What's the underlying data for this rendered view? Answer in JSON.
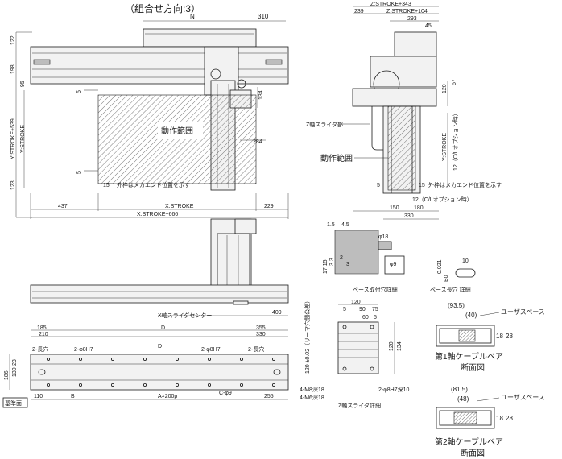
{
  "title": "（組合せ方向:3）",
  "top_view": {
    "N": "N",
    "d310": "310",
    "d122": "122",
    "d198": "198",
    "d95": "95",
    "d5a": "5",
    "d134": "134",
    "work_area": "動作範囲",
    "d284": "284",
    "y_stroke_539": "Y:STROKE+539",
    "y_stroke": "Y:STROKE",
    "d5b": "5",
    "d123": "123",
    "d15": "15",
    "outer_frame_note": "外枠はメカエンド位置を示す",
    "d437": "437",
    "x_stroke": "X:STROKE",
    "d229": "229",
    "x_stroke_666": "X:STROKE+666"
  },
  "right_view": {
    "z_stroke_343": "Z:STROKE+343",
    "d239": "239",
    "z_stroke_104": "Z:STROKE+104",
    "d293": "293",
    "d45": "45",
    "d120": "120",
    "d67": "67",
    "z_slider": "Z軸スライダ部",
    "work_area": "動作範囲",
    "y_stroke": "Y:STROKE",
    "d12_opt": "12（C/Lオプション時）",
    "d5": "5",
    "d15": "15",
    "outer_frame_note": "外枠はメカエンド位置を示す",
    "d12_opt2": "12（C/Lオプション時）",
    "d150": "150",
    "d180": "180",
    "d330": "330"
  },
  "base_detail": {
    "d15": "1.5",
    "d45": "4.5",
    "d17_15": "17.15",
    "d3_3": "3.3",
    "d2": "2",
    "d3": "3",
    "phi18": "φ18",
    "phi9": "φ9",
    "caption": "ベース取付穴詳細"
  },
  "slot_detail": {
    "d0021": "0.021",
    "b0": "B0",
    "d10": "10",
    "caption": "ベース長穴 詳細"
  },
  "z_slider_detail": {
    "d120": "120",
    "d5": "5",
    "d90": "90",
    "d75": "75",
    "d60": "60",
    "d5b": "5",
    "d120v": "120",
    "d134": "134",
    "reamer": "120 ±0.02（リーマ穴間公差）",
    "m8": "4-M8深18",
    "m6": "4-M6深18",
    "pin": "2-φ8H7深10",
    "caption": "Z軸スライダ詳細"
  },
  "front_view": {
    "x_slider_center": "X軸スライダセンター",
    "d409": "409"
  },
  "bottom_view": {
    "d185": "185",
    "d210": "210",
    "D1": "D",
    "d330": "330",
    "d355": "355",
    "slot2a": "2-長穴",
    "pin2a": "2-φ8H7",
    "D2": "D",
    "pin2b": "2-φ8H7",
    "slot2b": "2-長穴",
    "d186": "186",
    "d130": "130",
    "d23": "23",
    "base_face": "基準面",
    "d110": "110",
    "B": "B",
    "a200p": "A×200p",
    "c9": "C-φ9",
    "d255": "255"
  },
  "cable1": {
    "d935": "(93.5)",
    "d40": "(40)",
    "user_space": "ユーザスペース",
    "d18": "18",
    "d28": "28",
    "caption1": "第1軸ケーブルベア",
    "caption2": "断面図"
  },
  "cable2": {
    "d815": "(81.5)",
    "d48": "(48)",
    "user_space": "ユーザスペース",
    "d18": "18",
    "d28": "28",
    "caption1": "第2軸ケーブルベア",
    "caption2": "断面図"
  }
}
